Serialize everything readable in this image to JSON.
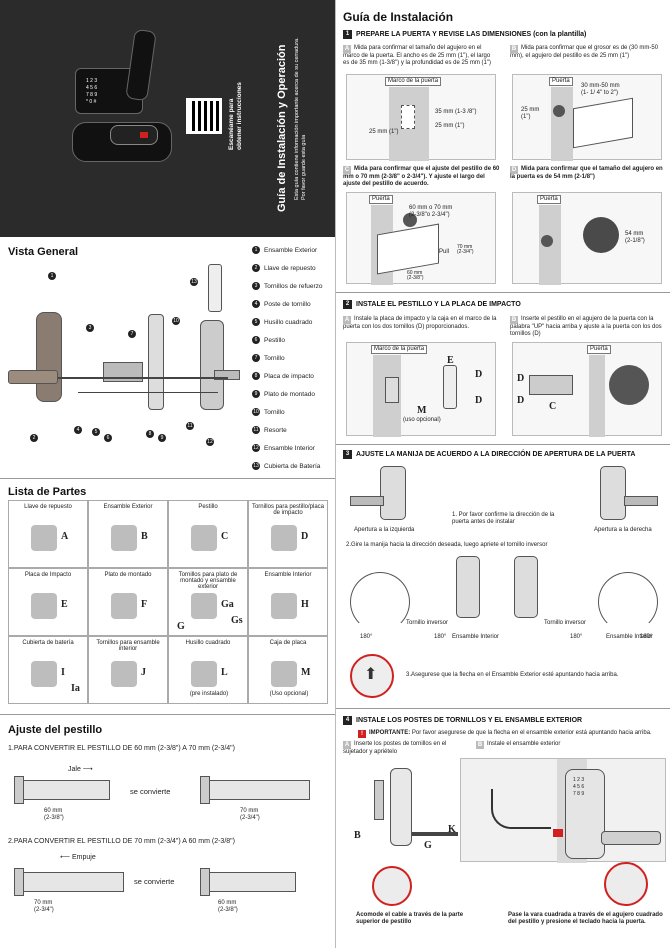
{
  "cover": {
    "title": "Guía de Instalación y Operación",
    "subtitle_1": "Esta guía contiene información importante acerca de su cerradura.",
    "subtitle_2": "Por favor guarde esta guía",
    "qr_text_1": "Escanéame para",
    "qr_text_2": "obtener instrucciones"
  },
  "overview": {
    "title": "Vista General",
    "legend": [
      {
        "num": "1",
        "label": "Ensamble Exterior"
      },
      {
        "num": "2",
        "label": "Llave de repuesto"
      },
      {
        "num": "3",
        "label": "Tornillos de refuerzo"
      },
      {
        "num": "4",
        "label": "Poste de tornillo"
      },
      {
        "num": "5",
        "label": "Husillo cuadrado"
      },
      {
        "num": "6",
        "label": "Pestillo"
      },
      {
        "num": "7",
        "label": "Tornillo"
      },
      {
        "num": "8",
        "label": "Placa de impacto"
      },
      {
        "num": "9",
        "label": "Plato de montado"
      },
      {
        "num": "10",
        "label": "Tornillo"
      },
      {
        "num": "11",
        "label": "Resorte"
      },
      {
        "num": "12",
        "label": "Ensamble Interior"
      },
      {
        "num": "13",
        "label": "Cubierta de Batería"
      }
    ],
    "callouts": [
      "1",
      "2",
      "3",
      "4",
      "5",
      "6",
      "7",
      "8",
      "9",
      "10",
      "11",
      "12",
      "13"
    ]
  },
  "parts": {
    "title": "Lista de Partes",
    "cells": [
      {
        "label": "Llave de repuesto",
        "letter": "A"
      },
      {
        "label": "Ensamble Exterior",
        "letter": "B"
      },
      {
        "label": "Pestillo",
        "letter": "C"
      },
      {
        "label": "Tornillos para pestillo/placa de impacto",
        "letter": "D"
      },
      {
        "label": "Placa de Impacto",
        "letter": "E"
      },
      {
        "label": "Plato de montado",
        "letter": "F"
      },
      {
        "label": "Tornillos para plato de montado y ensamble exterior",
        "letter": "Ga",
        "letter2": "Gs",
        "letter3": "G"
      },
      {
        "label": "Ensamble Interior",
        "letter": "H"
      },
      {
        "label": "Cubierta de batería",
        "letter": "I",
        "letter2": "Ia"
      },
      {
        "label": "Tornillos para ensamble interior",
        "letter": "J"
      },
      {
        "label": "Husillo cuadrado",
        "letter": "L",
        "note": "(pre instalado)"
      },
      {
        "label": "Caja de placa",
        "letter": "M",
        "note": "(Uso opcional)"
      }
    ]
  },
  "latch": {
    "title": "Ajuste del pestillo",
    "step1": "1.PARA CONVERTIR EL PESTILLO DE 60 mm (2-3/8\") A 70 mm (2-3/4\")",
    "step2": "2.PARA CONVERTIR EL PESTILLO DE 70 mm  (2-3/4\") A  60 mm (2-3/8\")",
    "pull": "Jale",
    "push": "Empuje",
    "converts": "se convierte",
    "m60": "60 mm",
    "m60in": "(2-3/8\")",
    "m70": "70 mm",
    "m70in": "(2-3/4\")"
  },
  "install": {
    "title": "Guía de Instalación",
    "s1": {
      "num": "1",
      "head": "PREPARE LA PUERTA Y REVISE LAS DIMENSIONES (con la plantilla)",
      "a_text": "Mida para confirmar el tamaño del agujero en el marco de la puerta. El ancho es de 25 mm (1\"), el largo es de 35 mm (1-3/8\") y la profundidad es de 25 mm (1\")",
      "a_label": "Marco de la puerta",
      "a_dim1": "35 mm (1-3 /8\")",
      "a_dim2": "25 mm (1\")",
      "a_dim3": "25 mm (1\")",
      "b_text": "Mida para confirmar que el grosor es de (30 mm-50 mm), el agujero del pestillo es de 25 mm (1\")",
      "b_label": "Puerta",
      "b_dim1": "30 mm-50 mm",
      "b_dim1b": "(1- 1/ 4\" to 2\")",
      "b_dim2": "25 mm",
      "b_dim2b": "(1\")",
      "c_text": "Mida para confirmar que el ajuste del pestillo de 60 mm o 70 mm (2-3/8\" o 2-3/4\"). Y ajuste el largo del ajuste del pestillo de acuerdo.",
      "c_label": "Puerta",
      "c_dim1": "60 mm o 70 mm",
      "c_dim1b": "(2-3/8\"o 2-3/4\")",
      "c_pull": "Pull",
      "c_dim2": "70 mm",
      "c_dim2b": "(2-3/4\")",
      "c_dim3": "60 mm",
      "c_dim3b": "(2-3/8\")",
      "d_text": "Mida para confirmar que el tamaño del agujero en la puerta es de  54 mm (2-1/8\")",
      "d_label": "Puerta",
      "d_dim1": "54 mm",
      "d_dim1b": "(2-1/8\")"
    },
    "s2": {
      "num": "2",
      "head": "INSTALE EL PESTILLO Y LA PLACA DE IMPACTO",
      "a_text": "Instale la placa de impacto y la caja en el marco de la puerta con los dos tornillos (D) proporcionados.",
      "a_label": "Marco de la puerta",
      "a_m": "M",
      "a_note": "(uso opcional)",
      "b_text": "Inserte el pestillo en el agujero de la puerta con la palabra \"UP\" hacia arriba y ajuste a la puerta con los dos tornillos (D)",
      "b_label": "Puerta"
    },
    "s3": {
      "num": "3",
      "head": "AJUSTE LA MANIJA DE ACUERDO A LA DIRECCIÓN DE APERTURA DE LA PUERTA",
      "left_open": "Apertura a la izquierda",
      "right_open": "Apertura a la derecha",
      "note1": "1. Por favor confirme la dirección de la puerta antes de instalar",
      "note2": "2.Gire la manija hacia la dirección deseada, luego apriete el tornillo inversor",
      "screw": "Tornillo inversor",
      "interior": "Ensamble Interior",
      "deg": "180°",
      "note3": "3.Asegurese que la flecha en el Ensamble Exterior esté apuntando hacia arriba."
    },
    "s4": {
      "num": "4",
      "head": "INSTALE LOS POSTES DE TORNILLOS Y EL ENSAMBLE EXTERIOR",
      "important": "IMPORTANTE:",
      "important_text": "Por favor asegurese de que la flecha en el ensamble exterior está apuntando hacia arriba.",
      "a_text": "Inserte los postes de tornillos en el sujetador y apriételo",
      "b_text": "Instale el ensamble exterior",
      "cap_left": "Acomode el cable a través de la parte superior de pestillo",
      "cap_right": "Pase la vara cuadrada a través de el agujero cuadrado del pestillo y presione el teclado hacia la puerta.",
      "lb": "B",
      "lg": "G",
      "lk": "K"
    }
  },
  "colors": {
    "dark": "#2b2b2b",
    "accent_red": "#d0201f"
  }
}
